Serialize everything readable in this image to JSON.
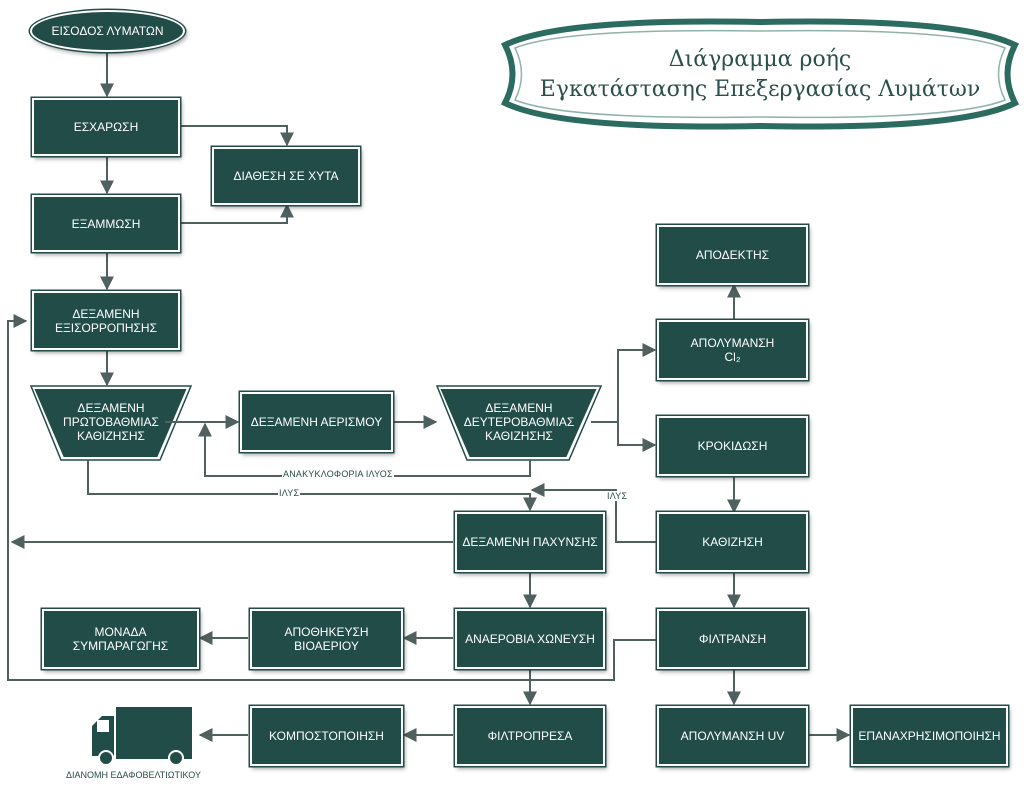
{
  "title": {
    "line1": "Διάγραμμα ροής",
    "line2": "Εγκατάστασης Επεξεργασίας Λυμάτων"
  },
  "colors": {
    "box": "#224c48",
    "line": "#50605e",
    "banner": "#2b6b60"
  },
  "nodes": {
    "inlet": "ΕΙΣΟΔΟΣ ΛΥΜΑΤΩΝ",
    "screening": "ΕΣΧΑΡΩΣΗ",
    "landfill": "ΔΙΑΘΕΣΗ ΣΕ ΧΥΤΑ",
    "grit": "ΕΞΑΜΜΩΣΗ",
    "equalization": "ΔΕΞΑΜΕΝΗ\nΕΞΙΣΟΡΡΟΠΗΣΗΣ",
    "primary": "ΔΕΞΑΜΕΝΗ\nΠΡΩΤΟΒΑΘΜΙΑΣ\nΚΑΘΙΖΗΣΗΣ",
    "aeration": "ΔΕΞΑΜΕΝΗ ΑΕΡΙΣΜΟΥ",
    "secondary": "ΔΕΞΑΜΕΝΗ\nΔΕΥΤΕΡΟΒΑΘΜΙΑΣ\nΚΑΘΙΖΗΣΗΣ",
    "receiver": "ΑΠΟΔΕΚΤΗΣ",
    "chlorination": "ΑΠΟΛΥΜΑΝΣΗ\nCl₂",
    "flocculation": "ΚΡΟΚΙΔΩΣΗ",
    "thickening": "ΔΕΞΑΜΕΝΗ ΠΑΧΥΝΣΗΣ",
    "settling": "ΚΑΘΙΖΗΣΗ",
    "cogeneration": "ΜΟΝΑΔΑ\nΣΥΜΠΑΡΑΓΩΓΗΣ",
    "biogas": "ΑΠΟΘΗΚΕΥΣΗ\nΒΙΟΑΕΡΙΟΥ",
    "digestion": "ΑΝΑΕΡΟΒΙΑ ΧΩΝΕΥΣΗ",
    "filtration": "ΦΙΛΤΡΑΝΣΗ",
    "composting": "ΚΟΜΠΟΣΤΟΠΟΙΗΣΗ",
    "filterpress": "ΦΙΛΤΡΟΠΡΕΣΑ",
    "uv": "ΑΠΟΛΥΜΑΝΣΗ UV",
    "reuse": "ΕΠΑΝΑΧΡΗΣΙΜΟΠΟΙΗΣΗ"
  },
  "labels": {
    "recirculation": "ΑΝΑΚΥΚΛΟΦΟΡΙΑ ΙΛΥΟΣ",
    "sludge1": "ΙΛΥΣ",
    "sludge2": "ΙΛΥΣ",
    "distribution": "ΔΙΑΝΟΜΗ ΕΔΑΦΟΒΕΛΤΙΩΤΙΚΟΥ"
  },
  "icons": {
    "truck": "delivery-truck-icon"
  }
}
